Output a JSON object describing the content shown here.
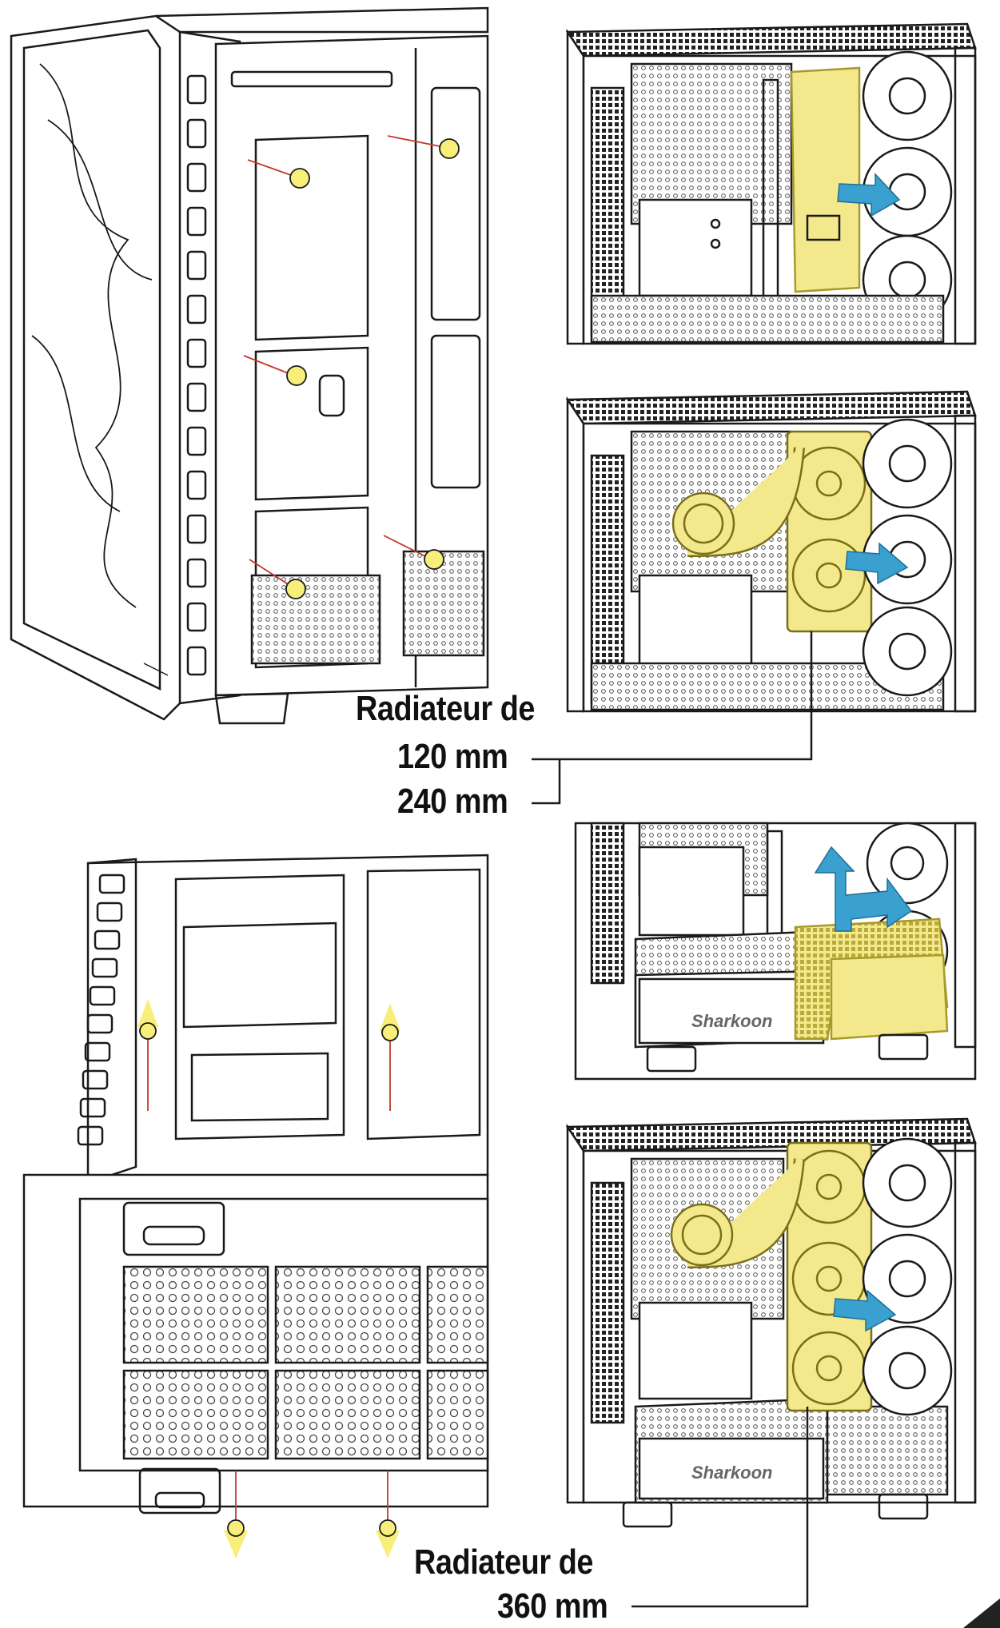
{
  "labels": {
    "rad_small_title": "Radiateur de",
    "rad_small_120": "120 mm",
    "rad_small_240": "240 mm",
    "rad_large_title": "Radiateur de",
    "rad_large_360": "360 mm"
  },
  "brand_text": "Sharkoon",
  "colors": {
    "line": "#1a1a1a",
    "highlight": "#f3e98c",
    "highlight_stroke": "#a89a2a",
    "arrow_blue": "#3aa0cf",
    "screw_marker": "#c0392b",
    "screw_glow": "#f7ef7a",
    "panel_fill": "#ffffff",
    "mesh": "#777777"
  },
  "panels": [
    {
      "id": "case-front-side-view"
    },
    {
      "id": "side-mount-empty"
    },
    {
      "id": "side-mount-240-radiator"
    },
    {
      "id": "case-bottom-view"
    },
    {
      "id": "psu-install"
    },
    {
      "id": "side-mount-360-radiator"
    }
  ]
}
